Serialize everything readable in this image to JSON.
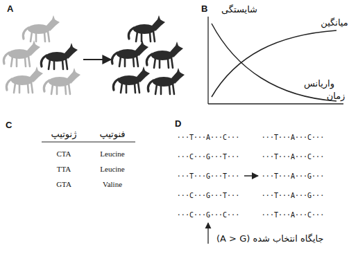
{
  "diagram": {
    "labels": [
      "A",
      "B",
      "C",
      "D",
      "شایستگی",
      "میانگین",
      "واریانس",
      "زمان",
      "ژنوتیپ",
      "فنوتیپ",
      "CTA",
      "Leucine",
      "TTA",
      "Leucine",
      "GTA",
      "Valine",
      "···T···A···C···",
      "···C···G···T···",
      "···T···G···T···",
      "···C···G···T···",
      "···C···G···C···",
      "···T···A···C···",
      "···T···A···C···",
      "···T···A···G···",
      "···T···A···G···",
      "···T···A···C···",
      "جایگاه انتخاب شده (A > G)"
    ]
  }
}
